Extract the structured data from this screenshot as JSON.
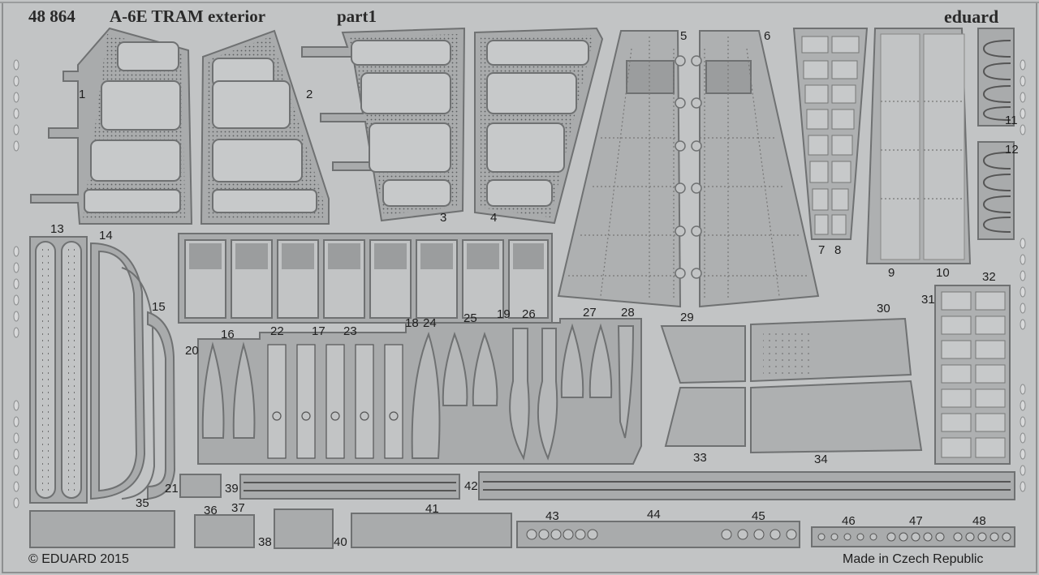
{
  "sheet": {
    "kit_number": "48 864",
    "title": "A-6E TRAM exterior",
    "part": "part1",
    "brand": "eduard",
    "copyright": "© EDUARD 2015",
    "origin": "Made in Czech Republic"
  },
  "colors": {
    "background": "#c2c4c5",
    "frame": "#b0b2b3",
    "part_fill": "#a7a9aa",
    "part_outline": "#6f7172",
    "ink": "#1e1e1e"
  },
  "part_numbers": [
    "1",
    "2",
    "3",
    "4",
    "5",
    "6",
    "7",
    "8",
    "9",
    "10",
    "11",
    "12",
    "13",
    "14",
    "15",
    "16",
    "17",
    "18",
    "19",
    "20",
    "21",
    "22",
    "23",
    "24",
    "25",
    "26",
    "27",
    "28",
    "29",
    "30",
    "31",
    "32",
    "33",
    "34",
    "35",
    "36",
    "37",
    "38",
    "39",
    "40",
    "41",
    "42",
    "43",
    "44",
    "45",
    "46",
    "47",
    "48"
  ]
}
